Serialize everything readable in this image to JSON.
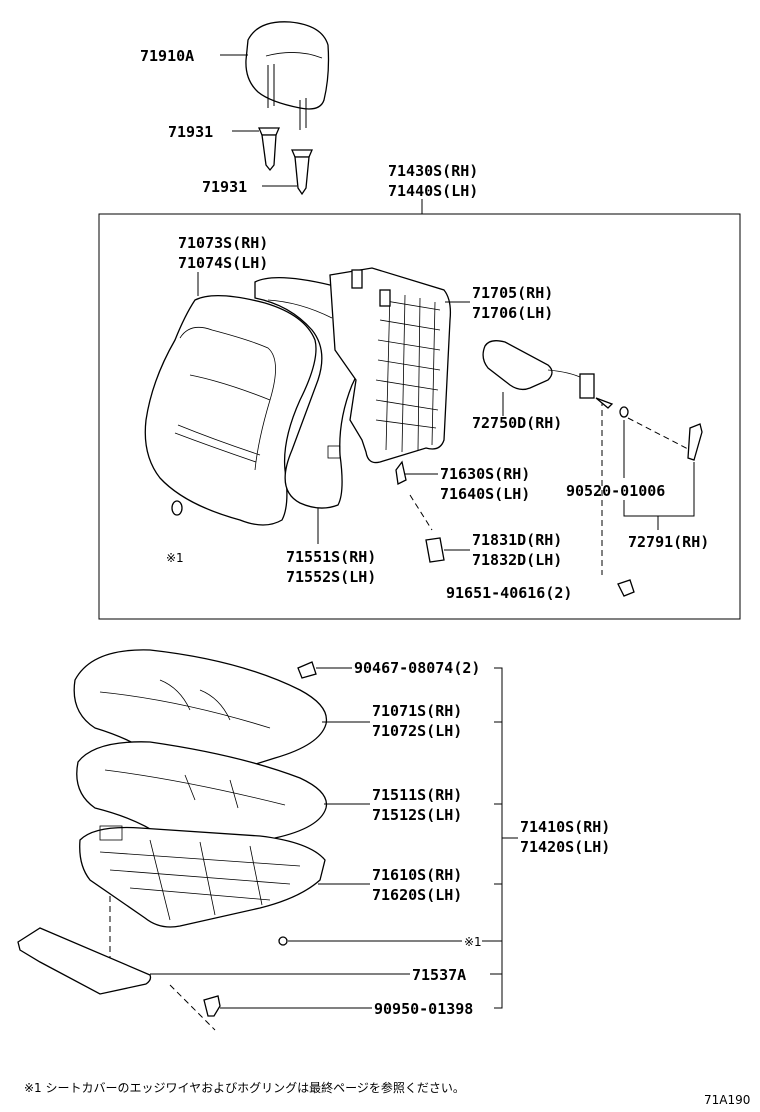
{
  "labels": {
    "headrest": "71910A",
    "support_upper": "71931",
    "support_lower": "71931",
    "back_assy_rh": "71430S(RH)",
    "back_assy_lh": "71440S(LH)",
    "back_cover_rh": "71073S(RH)",
    "back_cover_lh": "71074S(LH)",
    "back_frame_rh": "71705(RH)",
    "back_frame_lh": "71706(LH)",
    "lumbar": "72750D(RH)",
    "back_spring_rh": "71630S(RH)",
    "back_spring_lh": "71640S(LH)",
    "ring": "90520-01006",
    "lumbar_set": "72791(RH)",
    "back_pad_rh": "71551S(RH)",
    "back_pad_lh": "71552S(LH)",
    "cap_rh": "71831D(RH)",
    "cap_lh": "71832D(LH)",
    "bolt_back": "91651-40616(2)",
    "bolt_cushion": "90467-08074(2)",
    "cushion_cover_rh": "71071S(RH)",
    "cushion_cover_lh": "71072S(LH)",
    "cushion_pad_rh": "71511S(RH)",
    "cushion_pad_lh": "71512S(LH)",
    "cushion_assy_rh": "71410S(RH)",
    "cushion_assy_lh": "71420S(LH)",
    "cushion_frame_rh": "71610S(RH)",
    "cushion_frame_lh": "71620S(LH)",
    "note_mark_back": "※1",
    "note_mark_cushion": "※1",
    "protector": "71537A",
    "clip": "90950-01398"
  },
  "footnote": "※1  シートカバーのエッジワイヤおよびホグリングは最終ページを参照ください。",
  "diagram_code": "71A190"
}
